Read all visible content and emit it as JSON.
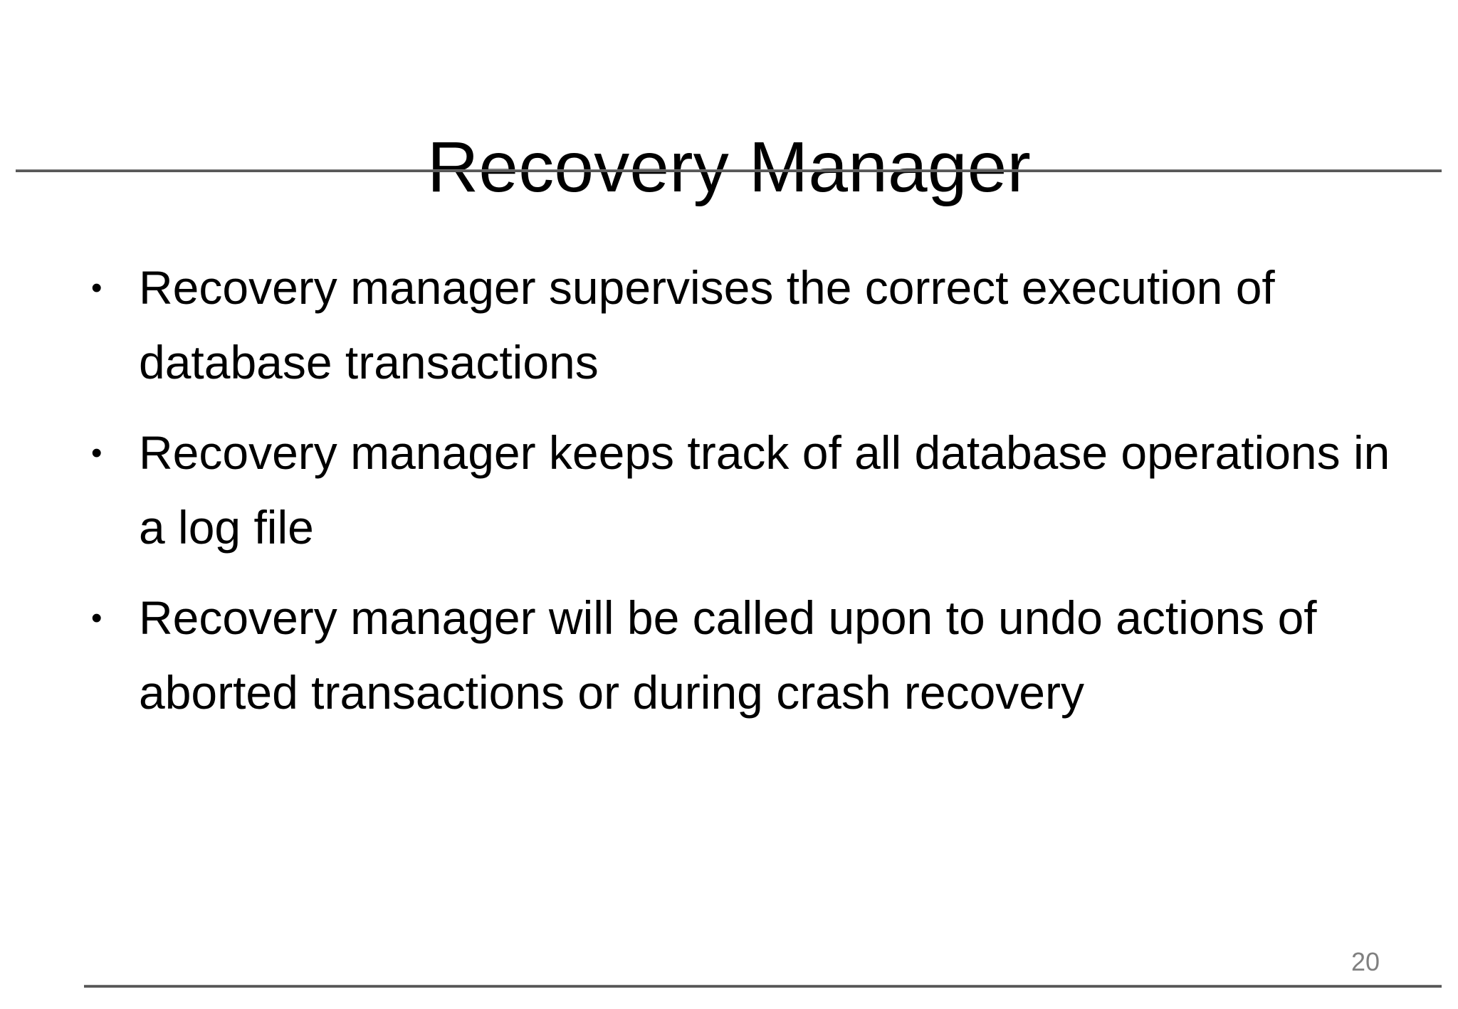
{
  "slide": {
    "title": "Recovery Manager",
    "page_number": "20",
    "background_color": "#ffffff",
    "text_color": "#000000",
    "rule_color": "#585858",
    "page_number_color": "#808080",
    "bullet_glyph": "•",
    "bullets": [
      {
        "text": "Recovery manager supervises the correct execution of database transactions"
      },
      {
        "text": "Recovery manager keeps track of all database operations in a log file"
      },
      {
        "text": "Recovery manager will be called upon to undo actions of aborted transactions or during crash recovery"
      }
    ]
  }
}
